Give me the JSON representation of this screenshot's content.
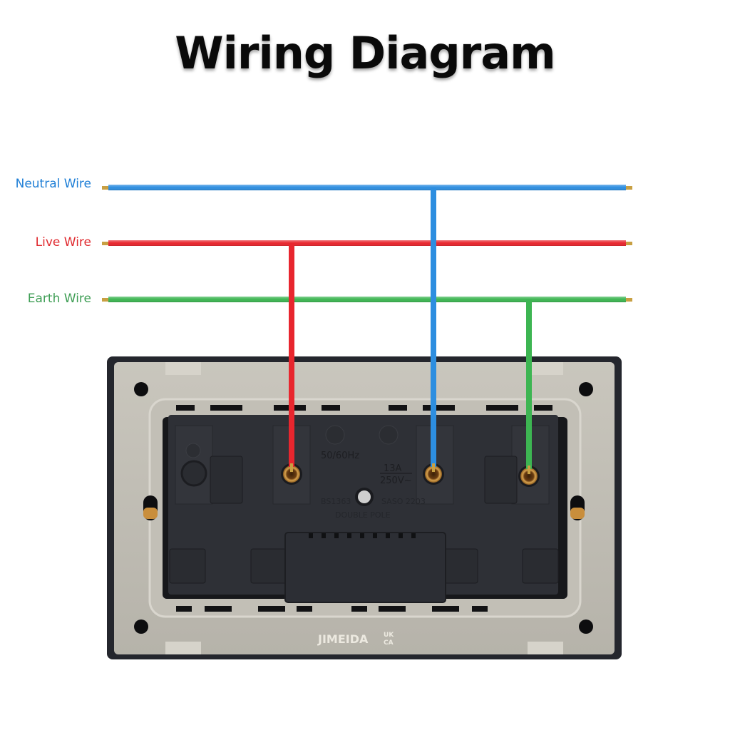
{
  "title": "Wiring Diagram",
  "wires": [
    {
      "id": "neutral",
      "label": "Neutral Wire",
      "color": "#2d8ee0",
      "label_color": "#1f7fd6"
    },
    {
      "id": "live",
      "label": "Live Wire",
      "color": "#e8262e",
      "label_color": "#e02a2f"
    },
    {
      "id": "earth",
      "label": "Earth Wire",
      "color": "#3db552",
      "label_color": "#3f9e55"
    }
  ],
  "connections": [
    {
      "wire": "live",
      "terminal": "left-terminal"
    },
    {
      "wire": "neutral",
      "terminal": "center-terminal"
    },
    {
      "wire": "earth",
      "terminal": "right-terminal"
    }
  ],
  "socket": {
    "frequency": "50/60Hz",
    "current": "13A",
    "voltage": "250V~",
    "standard": "BS1363",
    "standard_suffix": "SASO 2203",
    "pole": "DOUBLE POLE",
    "brand": "JIMEIDA",
    "mark_top": "UK",
    "mark_bottom": "CA"
  }
}
